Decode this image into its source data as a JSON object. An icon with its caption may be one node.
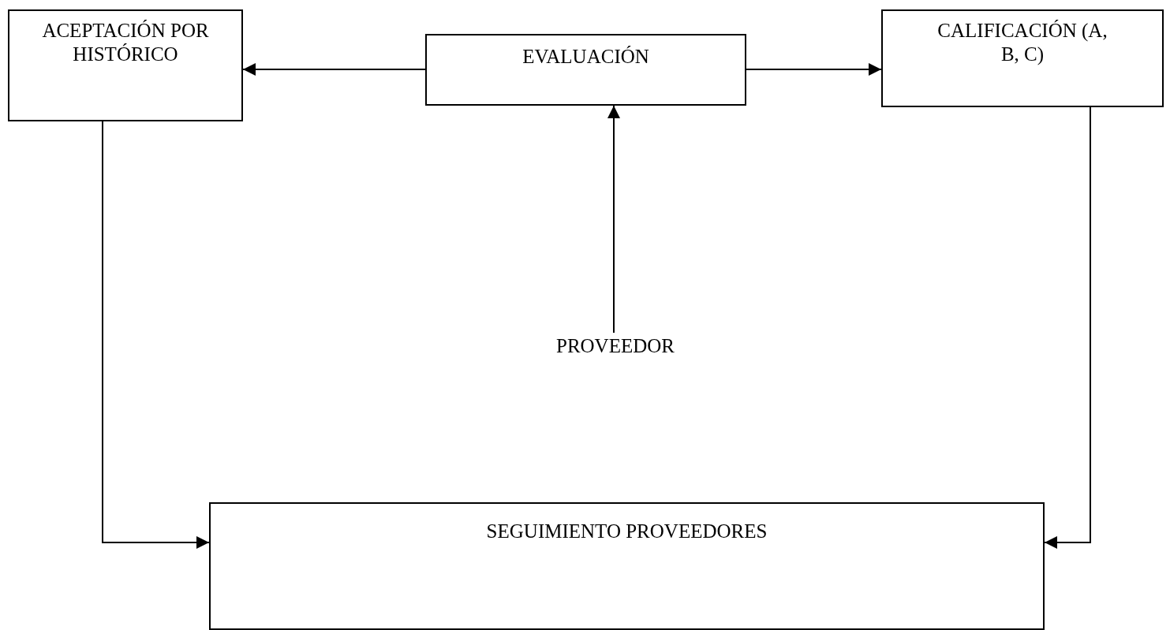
{
  "diagram": {
    "nodes": [
      {
        "text": [
          "ACEPTACIÓN POR HISTÓRICO"
        ]
      },
      {
        "text": [
          "EVALUACIÓN"
        ]
      },
      {
        "text": [
          "CALIFICACIÓN (A, B, C)"
        ]
      },
      {
        "text": [
          "PROVEEDOR"
        ]
      },
      {
        "text": [
          "SEGUIMIENTO PROVEEDORES"
        ]
      }
    ],
    "edges": [
      {
        "from": 1,
        "to": 0,
        "arrow": "to"
      },
      {
        "from": 1,
        "to": 2,
        "arrow": "to"
      },
      {
        "from": 3,
        "to": 1,
        "arrow": "to"
      },
      {
        "from": 0,
        "to": 4,
        "arrow": "to"
      },
      {
        "from": 2,
        "to": 4,
        "arrow": "to"
      }
    ]
  }
}
